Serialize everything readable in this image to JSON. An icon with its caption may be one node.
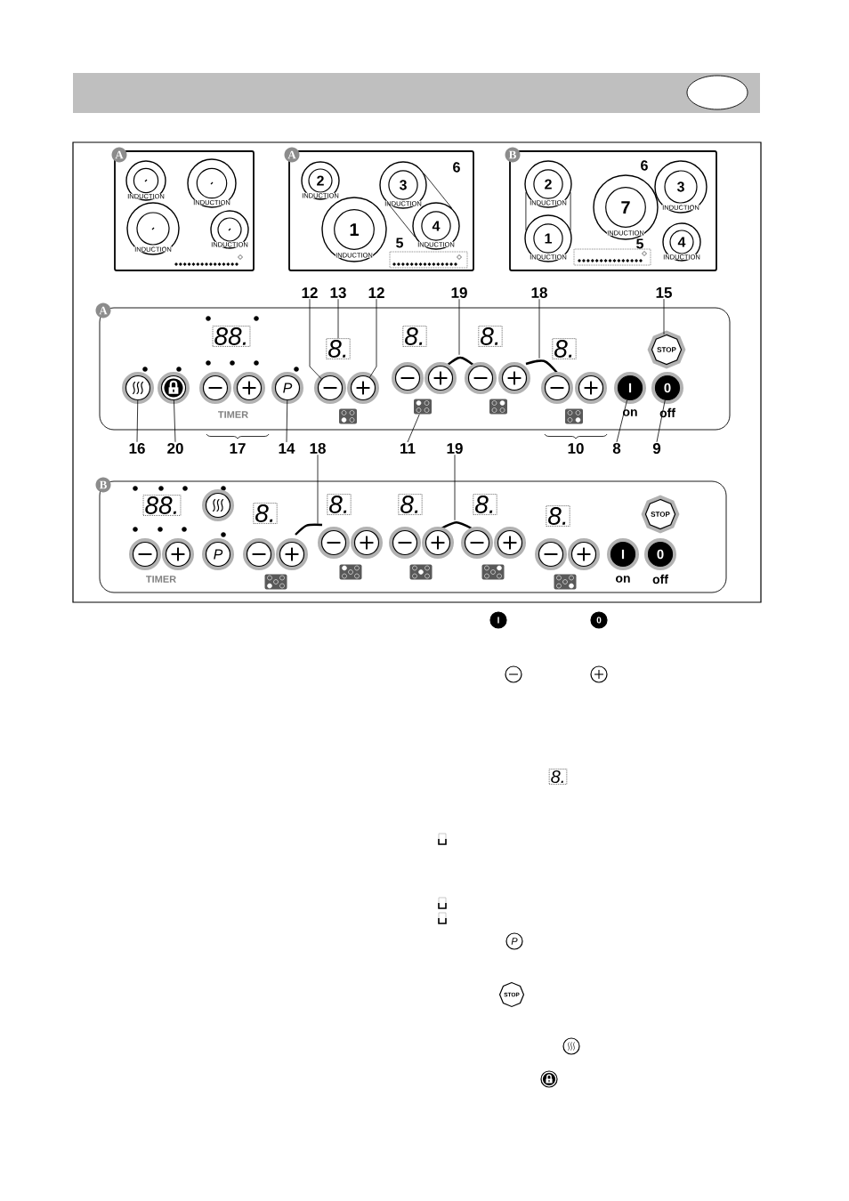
{
  "diagram": {
    "nodes": [
      {
        "text": [
          "A"
        ]
      },
      {
        "text": [
          "INDUCTION"
        ]
      },
      {
        "text": [
          "INDUCTION"
        ]
      },
      {
        "text": [
          "INDUCTION"
        ]
      },
      {
        "text": [
          "INDUCTION"
        ]
      },
      {
        "text": [
          "A"
        ]
      },
      {
        "text": [
          "2",
          "INDUCTION"
        ]
      },
      {
        "text": [
          "3",
          "INDUCTION"
        ]
      },
      {
        "text": [
          "1",
          "INDUCTION"
        ]
      },
      {
        "text": [
          "4",
          "INDUCTION"
        ]
      },
      {
        "text": [
          "B"
        ]
      },
      {
        "text": [
          "2",
          "INDUCTION"
        ]
      },
      {
        "text": [
          "7",
          "INDUCTION"
        ]
      },
      {
        "text": [
          "3",
          "INDUCTION"
        ]
      },
      {
        "text": [
          "1",
          "INDUCTION"
        ]
      },
      {
        "text": [
          "4",
          "INDUCTION"
        ]
      },
      {
        "text": [
          "A"
        ]
      },
      {
        "text": [
          "12"
        ]
      },
      {
        "text": [
          "13"
        ]
      },
      {
        "text": [
          "12"
        ]
      },
      {
        "text": [
          "19"
        ]
      },
      {
        "text": [
          "18"
        ]
      },
      {
        "text": [
          "15"
        ]
      },
      {
        "text": [
          "88."
        ]
      },
      {
        "text": [
          "8."
        ]
      },
      {
        "text": [
          "8."
        ]
      },
      {
        "text": [
          "8."
        ]
      },
      {
        "text": [
          "8."
        ]
      },
      {
        "text": [
          "STOP"
        ]
      },
      {
        "text": [],
        "shape": "arc"
      },
      {
        "text": [],
        "shape": "arc"
      },
      {
        "text": [],
        "shape": "circle"
      },
      {
        "text": [],
        "shape": "circle"
      },
      {
        "text": [],
        "shape": "circle"
      },
      {
        "text": [],
        "shape": "circle"
      },
      {
        "text": [
          "P"
        ]
      },
      {
        "text": [],
        "shape": "circle"
      },
      {
        "text": [],
        "shape": "circle"
      },
      {
        "text": [],
        "shape": "circle"
      },
      {
        "text": [],
        "shape": "circle"
      },
      {
        "text": [],
        "shape": "circle"
      },
      {
        "text": [],
        "shape": "circle"
      },
      {
        "text": [],
        "shape": "circle"
      },
      {
        "text": [],
        "shape": "circle"
      },
      {
        "text": [
          "I"
        ],
        "beside": [
          "on"
        ]
      },
      {
        "text": [
          "0"
        ],
        "beside": [
          "off"
        ]
      },
      {
        "text": [],
        "shape": "box"
      },
      {
        "text": [],
        "shape": "box"
      },
      {
        "text": [],
        "shape": "box"
      },
      {
        "text": [],
        "shape": "box"
      },
      {
        "text": [
          "16"
        ]
      },
      {
        "text": [
          "20"
        ]
      },
      {
        "text": [
          "14"
        ]
      },
      {
        "text": [
          "18"
        ]
      },
      {
        "text": [
          "11"
        ]
      },
      {
        "text": [
          "19"
        ]
      },
      {
        "text": [
          "8"
        ]
      },
      {
        "text": [
          "9"
        ]
      },
      {
        "text": [
          "B"
        ]
      },
      {
        "text": [
          "88."
        ]
      },
      {
        "text": [],
        "shape": "circle"
      },
      {
        "text": [
          "8."
        ]
      },
      {
        "text": [
          "8."
        ]
      },
      {
        "text": [
          "8."
        ]
      },
      {
        "text": [
          "8."
        ]
      },
      {
        "text": [
          "STOP"
        ]
      },
      {
        "text": [
          "8."
        ]
      },
      {
        "text": [],
        "shape": "arc"
      },
      {
        "text": [],
        "shape": "arc"
      },
      {
        "text": [],
        "shape": "circle"
      },
      {
        "text": [],
        "shape": "circle"
      },
      {
        "text": [
          "P"
        ]
      },
      {
        "text": [],
        "shape": "circle"
      },
      {
        "text": [],
        "shape": "circle"
      },
      {
        "text": [],
        "shape": "circle"
      },
      {
        "text": [],
        "shape": "circle"
      },
      {
        "text": [],
        "shape": "circle"
      },
      {
        "text": [],
        "shape": "circle"
      },
      {
        "text": [],
        "shape": "circle"
      },
      {
        "text": [],
        "shape": "circle"
      },
      {
        "text": [],
        "shape": "circle"
      },
      {
        "text": [],
        "shape": "circle"
      },
      {
        "text": [
          "I"
        ],
        "beside": [
          "on"
        ]
      },
      {
        "text": [
          "0"
        ],
        "beside": [
          "off"
        ]
      },
      {
        "text": [],
        "shape": "box"
      },
      {
        "text": [],
        "shape": "box"
      },
      {
        "text": [],
        "shape": "box"
      },
      {
        "text": [],
        "shape": "box"
      },
      {
        "text": [],
        "shape": "box"
      },
      {
        "text": [
          "I"
        ]
      },
      {
        "text": [
          "0"
        ]
      },
      {
        "text": [],
        "shape": "circle"
      },
      {
        "text": [],
        "shape": "circle"
      },
      {
        "text": [
          "8."
        ]
      },
      {
        "text": [
          "P"
        ]
      },
      {
        "text": [
          "STOP"
        ]
      },
      {
        "text": [],
        "shape": "circle"
      },
      {
        "text": [],
        "shape": "circle"
      }
    ],
    "edges": [
      {
        "from": 17,
        "to": 36,
        "arrow": "none"
      },
      {
        "from": 18,
        "to": 24,
        "arrow": "none"
      },
      {
        "from": 19,
        "to": 37,
        "arrow": "none"
      },
      {
        "from": 20,
        "to": 29,
        "arrow": "none"
      },
      {
        "from": 21,
        "to": 30,
        "arrow": "none"
      },
      {
        "from": 22,
        "to": 28,
        "arrow": "none"
      },
      {
        "from": 50,
        "to": 31,
        "arrow": "none"
      },
      {
        "from": 51,
        "to": 32,
        "arrow": "none"
      },
      {
        "from": 52,
        "to": 35,
        "arrow": "none"
      },
      {
        "from": 53,
        "to": 67,
        "arrow": "none"
      },
      {
        "from": 54,
        "to": 47,
        "arrow": "none"
      },
      {
        "from": 55,
        "to": 68,
        "arrow": "none"
      },
      {
        "from": 56,
        "to": 44,
        "arrow": "none"
      },
      {
        "from": 57,
        "to": 45,
        "arrow": "none"
      },
      {
        "from": 7,
        "to": 9,
        "arrow": "none"
      },
      {
        "from": 7,
        "to": 9,
        "arrow": "none"
      },
      {
        "from": 11,
        "to": 14,
        "arrow": "none"
      },
      {
        "from": 11,
        "to": 14,
        "arrow": "none"
      }
    ],
    "labels": [
      "6",
      "5",
      "6",
      "5",
      "TIMER",
      "17",
      "10",
      "TIMER"
    ]
  }
}
